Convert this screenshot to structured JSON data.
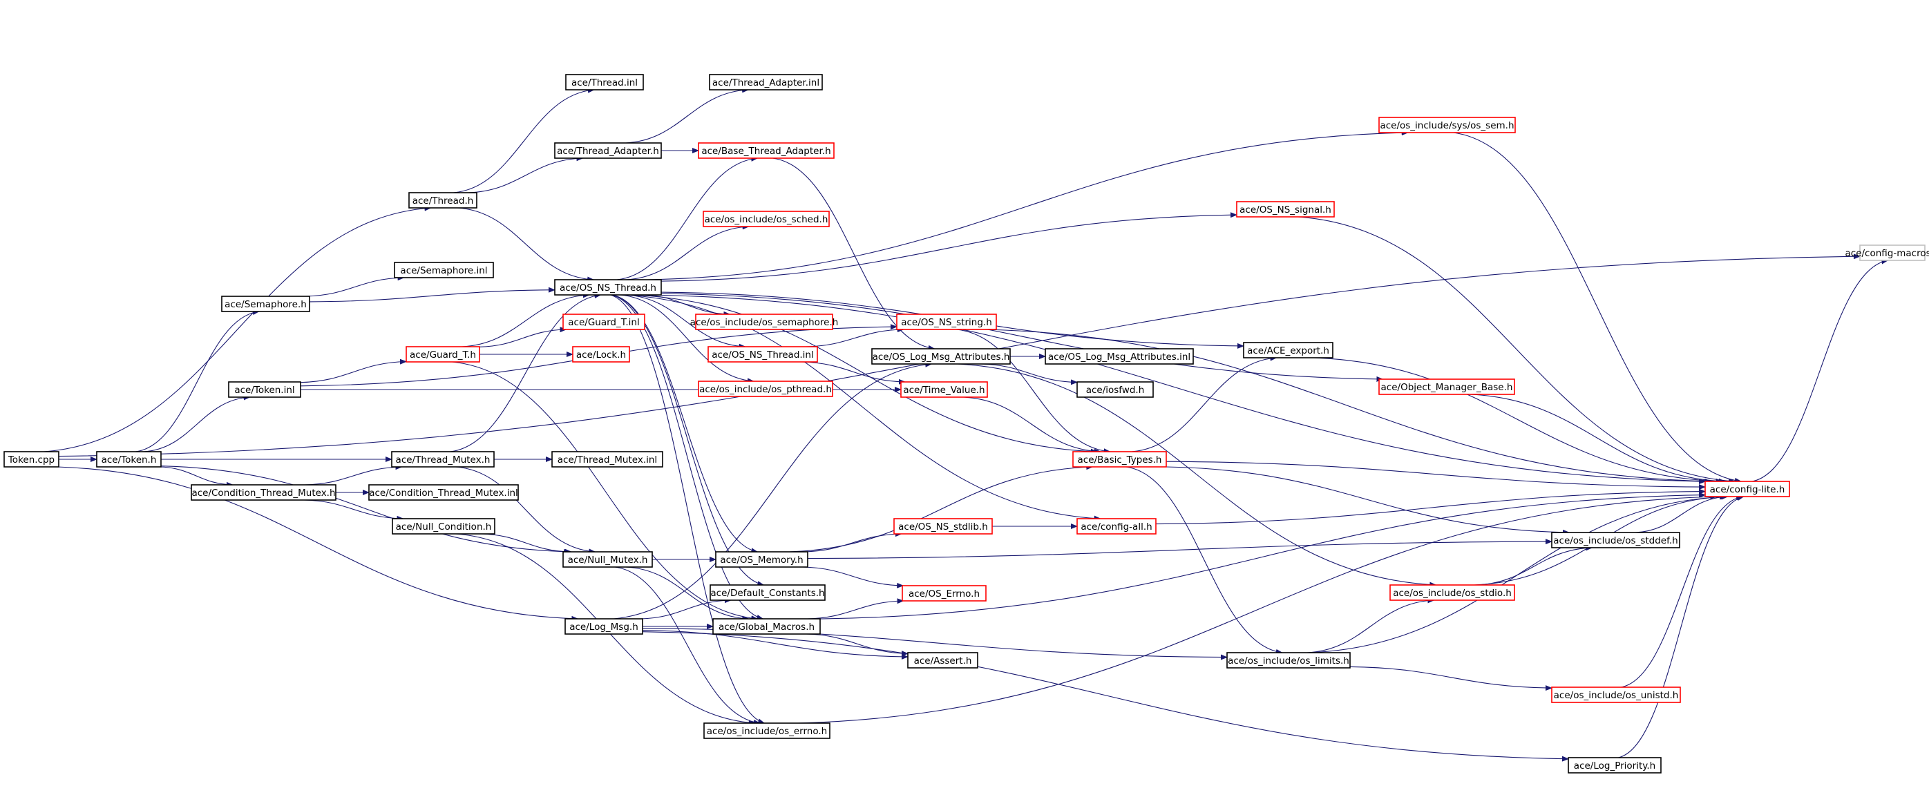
{
  "colors": {
    "edge": "#191970",
    "border_normal": "#000000",
    "border_truncated": "#ff0000",
    "border_external": "#bfbfbf",
    "root_fill": "#bfbfbf"
  },
  "nodes": {
    "token_cpp": {
      "label": "Token.cpp",
      "kind": "root"
    },
    "token_h": {
      "label": "ace/Token.h",
      "kind": "normal"
    },
    "thread_h": {
      "label": "ace/Thread.h",
      "kind": "normal"
    },
    "semaphore_h": {
      "label": "ace/Semaphore.h",
      "kind": "normal"
    },
    "token_inl": {
      "label": "ace/Token.inl",
      "kind": "normal"
    },
    "thread_mutex_h": {
      "label": "ace/Thread_Mutex.h",
      "kind": "normal"
    },
    "cond_thread_mutex_h": {
      "label": "ace/Condition_Thread_Mutex.h",
      "kind": "normal"
    },
    "null_condition_h": {
      "label": "ace/Null_Condition.h",
      "kind": "normal"
    },
    "log_msg_h": {
      "label": "ace/Log_Msg.h",
      "kind": "normal"
    },
    "thread_inl": {
      "label": "ace/Thread.inl",
      "kind": "normal"
    },
    "thread_adapter_h": {
      "label": "ace/Thread_Adapter.h",
      "kind": "normal"
    },
    "semaphore_inl": {
      "label": "ace/Semaphore.inl",
      "kind": "normal"
    },
    "os_ns_thread_h": {
      "label": "ace/OS_NS_Thread.h",
      "kind": "normal"
    },
    "guard_t_h": {
      "label": "ace/Guard_T.h",
      "kind": "truncated"
    },
    "thread_mutex_inl": {
      "label": "ace/Thread_Mutex.inl",
      "kind": "normal"
    },
    "cond_thread_mutex_inl": {
      "label": "ace/Condition_Thread_Mutex.inl",
      "kind": "normal"
    },
    "null_mutex_h": {
      "label": "ace/Null_Mutex.h",
      "kind": "normal"
    },
    "thread_adapter_inl": {
      "label": "ace/Thread_Adapter.inl",
      "kind": "normal"
    },
    "base_thread_adapter_h": {
      "label": "ace/Base_Thread_Adapter.h",
      "kind": "truncated"
    },
    "os_sched_h": {
      "label": "ace/os_include/os_sched.h",
      "kind": "truncated"
    },
    "guard_t_inl": {
      "label": "ace/Guard_T.inl",
      "kind": "truncated"
    },
    "os_semaphore_h": {
      "label": "ace/os_include/os_semaphore.h",
      "kind": "truncated"
    },
    "lock_h": {
      "label": "ace/Lock.h",
      "kind": "truncated"
    },
    "os_ns_thread_inl": {
      "label": "ace/OS_NS_Thread.inl",
      "kind": "truncated"
    },
    "os_pthread_h": {
      "label": "ace/os_include/os_pthread.h",
      "kind": "truncated"
    },
    "os_memory_h": {
      "label": "ace/OS_Memory.h",
      "kind": "normal"
    },
    "default_constants_h": {
      "label": "ace/Default_Constants.h",
      "kind": "normal"
    },
    "global_macros_h": {
      "label": "ace/Global_Macros.h",
      "kind": "normal"
    },
    "os_errno_h": {
      "label": "ace/os_include/os_errno.h",
      "kind": "normal"
    },
    "os_ns_string_h": {
      "label": "ace/OS_NS_string.h",
      "kind": "truncated"
    },
    "os_log_msg_attr_h": {
      "label": "ace/OS_Log_Msg_Attributes.h",
      "kind": "normal"
    },
    "time_value_h": {
      "label": "ace/Time_Value.h",
      "kind": "truncated"
    },
    "os_ns_stdlib_h": {
      "label": "ace/OS_NS_stdlib.h",
      "kind": "truncated"
    },
    "os_errno_ace_h": {
      "label": "ace/OS_Errno.h",
      "kind": "truncated"
    },
    "assert_h": {
      "label": "ace/Assert.h",
      "kind": "normal"
    },
    "basic_types_h": {
      "label": "ace/Basic_Types.h",
      "kind": "truncated"
    },
    "config_all_h": {
      "label": "ace/config-all.h",
      "kind": "truncated"
    },
    "os_log_msg_attr_inl": {
      "label": "ace/OS_Log_Msg_Attributes.inl",
      "kind": "normal"
    },
    "iosfwd_h": {
      "label": "ace/iosfwd.h",
      "kind": "normal"
    },
    "ace_export_h": {
      "label": "ace/ACE_export.h",
      "kind": "normal"
    },
    "os_ns_signal_h": {
      "label": "ace/OS_NS_signal.h",
      "kind": "truncated"
    },
    "os_sem_h": {
      "label": "ace/os_include/sys/os_sem.h",
      "kind": "truncated"
    },
    "object_manager_base_h": {
      "label": "ace/Object_Manager_Base.h",
      "kind": "truncated"
    },
    "os_limits_h": {
      "label": "ace/os_include/os_limits.h",
      "kind": "normal"
    },
    "os_stdio_h": {
      "label": "ace/os_include/os_stdio.h",
      "kind": "truncated"
    },
    "os_stddef_h": {
      "label": "ace/os_include/os_stddef.h",
      "kind": "normal"
    },
    "os_unistd_h": {
      "label": "ace/os_include/os_unistd.h",
      "kind": "truncated"
    },
    "log_priority_h": {
      "label": "ace/Log_Priority.h",
      "kind": "normal"
    },
    "config_lite_h": {
      "label": "ace/config-lite.h",
      "kind": "truncated"
    },
    "config_macros_h": {
      "label": "ace/config-macros.h",
      "kind": "external"
    }
  },
  "edges": [
    [
      "token_cpp",
      "token_h"
    ],
    [
      "token_cpp",
      "thread_h"
    ],
    [
      "token_cpp",
      "log_msg_h"
    ],
    [
      "token_cpp",
      "config_macros_h"
    ],
    [
      "token_h",
      "semaphore_h"
    ],
    [
      "token_h",
      "token_inl"
    ],
    [
      "token_h",
      "thread_mutex_h"
    ],
    [
      "token_h",
      "cond_thread_mutex_h"
    ],
    [
      "token_h",
      "null_mutex_h"
    ],
    [
      "thread_h",
      "thread_inl"
    ],
    [
      "thread_h",
      "thread_adapter_h"
    ],
    [
      "thread_h",
      "os_ns_thread_h"
    ],
    [
      "thread_adapter_h",
      "thread_adapter_inl"
    ],
    [
      "thread_adapter_h",
      "base_thread_adapter_h"
    ],
    [
      "semaphore_h",
      "semaphore_inl"
    ],
    [
      "semaphore_h",
      "os_ns_thread_h"
    ],
    [
      "token_inl",
      "guard_t_h"
    ],
    [
      "token_inl",
      "time_value_h"
    ],
    [
      "token_inl",
      "os_ns_string_h"
    ],
    [
      "guard_t_h",
      "os_ns_thread_h"
    ],
    [
      "guard_t_h",
      "guard_t_inl"
    ],
    [
      "guard_t_h",
      "lock_h"
    ],
    [
      "guard_t_h",
      "global_macros_h"
    ],
    [
      "thread_mutex_h",
      "os_ns_thread_h"
    ],
    [
      "thread_mutex_h",
      "thread_mutex_inl"
    ],
    [
      "thread_mutex_h",
      "null_mutex_h"
    ],
    [
      "cond_thread_mutex_h",
      "thread_mutex_h"
    ],
    [
      "cond_thread_mutex_h",
      "cond_thread_mutex_inl"
    ],
    [
      "cond_thread_mutex_h",
      "null_condition_h"
    ],
    [
      "null_condition_h",
      "null_mutex_h"
    ],
    [
      "null_condition_h",
      "os_errno_h"
    ],
    [
      "null_mutex_h",
      "os_memory_h"
    ],
    [
      "null_mutex_h",
      "global_macros_h"
    ],
    [
      "null_mutex_h",
      "os_errno_h"
    ],
    [
      "log_msg_h",
      "default_constants_h"
    ],
    [
      "log_msg_h",
      "global_macros_h"
    ],
    [
      "log_msg_h",
      "os_log_msg_attr_h"
    ],
    [
      "log_msg_h",
      "assert_h"
    ],
    [
      "log_msg_h",
      "os_limits_h"
    ],
    [
      "log_msg_h",
      "log_priority_h"
    ],
    [
      "os_ns_thread_h",
      "base_thread_adapter_h"
    ],
    [
      "os_ns_thread_h",
      "os_sched_h"
    ],
    [
      "os_ns_thread_h",
      "os_semaphore_h"
    ],
    [
      "os_ns_thread_h",
      "os_ns_thread_inl"
    ],
    [
      "os_ns_thread_h",
      "os_pthread_h"
    ],
    [
      "os_ns_thread_h",
      "os_memory_h"
    ],
    [
      "os_ns_thread_h",
      "default_constants_h"
    ],
    [
      "os_ns_thread_h",
      "global_macros_h"
    ],
    [
      "os_ns_thread_h",
      "os_errno_h"
    ],
    [
      "os_ns_thread_h",
      "os_ns_signal_h"
    ],
    [
      "os_ns_thread_h",
      "os_sem_h"
    ],
    [
      "os_ns_thread_h",
      "ace_export_h"
    ],
    [
      "os_ns_thread_h",
      "object_manager_base_h"
    ],
    [
      "os_ns_thread_h",
      "basic_types_h"
    ],
    [
      "os_ns_thread_h",
      "config_all_h"
    ],
    [
      "os_ns_thread_h",
      "config_lite_h"
    ],
    [
      "base_thread_adapter_h",
      "os_log_msg_attr_h"
    ],
    [
      "os_ns_thread_inl",
      "os_ns_string_h"
    ],
    [
      "os_ns_thread_inl",
      "time_value_h"
    ],
    [
      "os_ns_string_h",
      "basic_types_h"
    ],
    [
      "os_ns_string_h",
      "config_lite_h"
    ],
    [
      "time_value_h",
      "basic_types_h"
    ],
    [
      "os_log_msg_attr_h",
      "os_log_msg_attr_inl"
    ],
    [
      "os_log_msg_attr_h",
      "iosfwd_h"
    ],
    [
      "os_log_msg_attr_h",
      "os_stdio_h"
    ],
    [
      "os_memory_h",
      "os_ns_stdlib_h"
    ],
    [
      "os_memory_h",
      "os_errno_ace_h"
    ],
    [
      "os_memory_h",
      "basic_types_h"
    ],
    [
      "os_memory_h",
      "os_stddef_h"
    ],
    [
      "os_ns_stdlib_h",
      "config_all_h"
    ],
    [
      "global_macros_h",
      "os_errno_ace_h"
    ],
    [
      "global_macros_h",
      "assert_h"
    ],
    [
      "global_macros_h",
      "config_lite_h"
    ],
    [
      "basic_types_h",
      "ace_export_h"
    ],
    [
      "basic_types_h",
      "os_limits_h"
    ],
    [
      "basic_types_h",
      "os_stddef_h"
    ],
    [
      "basic_types_h",
      "config_lite_h"
    ],
    [
      "config_all_h",
      "config_lite_h"
    ],
    [
      "ace_export_h",
      "config_lite_h"
    ],
    [
      "os_ns_signal_h",
      "config_lite_h"
    ],
    [
      "os_sem_h",
      "config_lite_h"
    ],
    [
      "object_manager_base_h",
      "config_lite_h"
    ],
    [
      "os_limits_h",
      "os_stdio_h"
    ],
    [
      "os_limits_h",
      "os_unistd_h"
    ],
    [
      "os_limits_h",
      "config_lite_h"
    ],
    [
      "os_stdio_h",
      "os_stddef_h"
    ],
    [
      "os_stdio_h",
      "config_lite_h"
    ],
    [
      "os_stddef_h",
      "config_lite_h"
    ],
    [
      "os_unistd_h",
      "config_lite_h"
    ],
    [
      "log_priority_h",
      "config_lite_h"
    ],
    [
      "os_errno_h",
      "config_lite_h"
    ],
    [
      "config_lite_h",
      "config_macros_h"
    ]
  ]
}
